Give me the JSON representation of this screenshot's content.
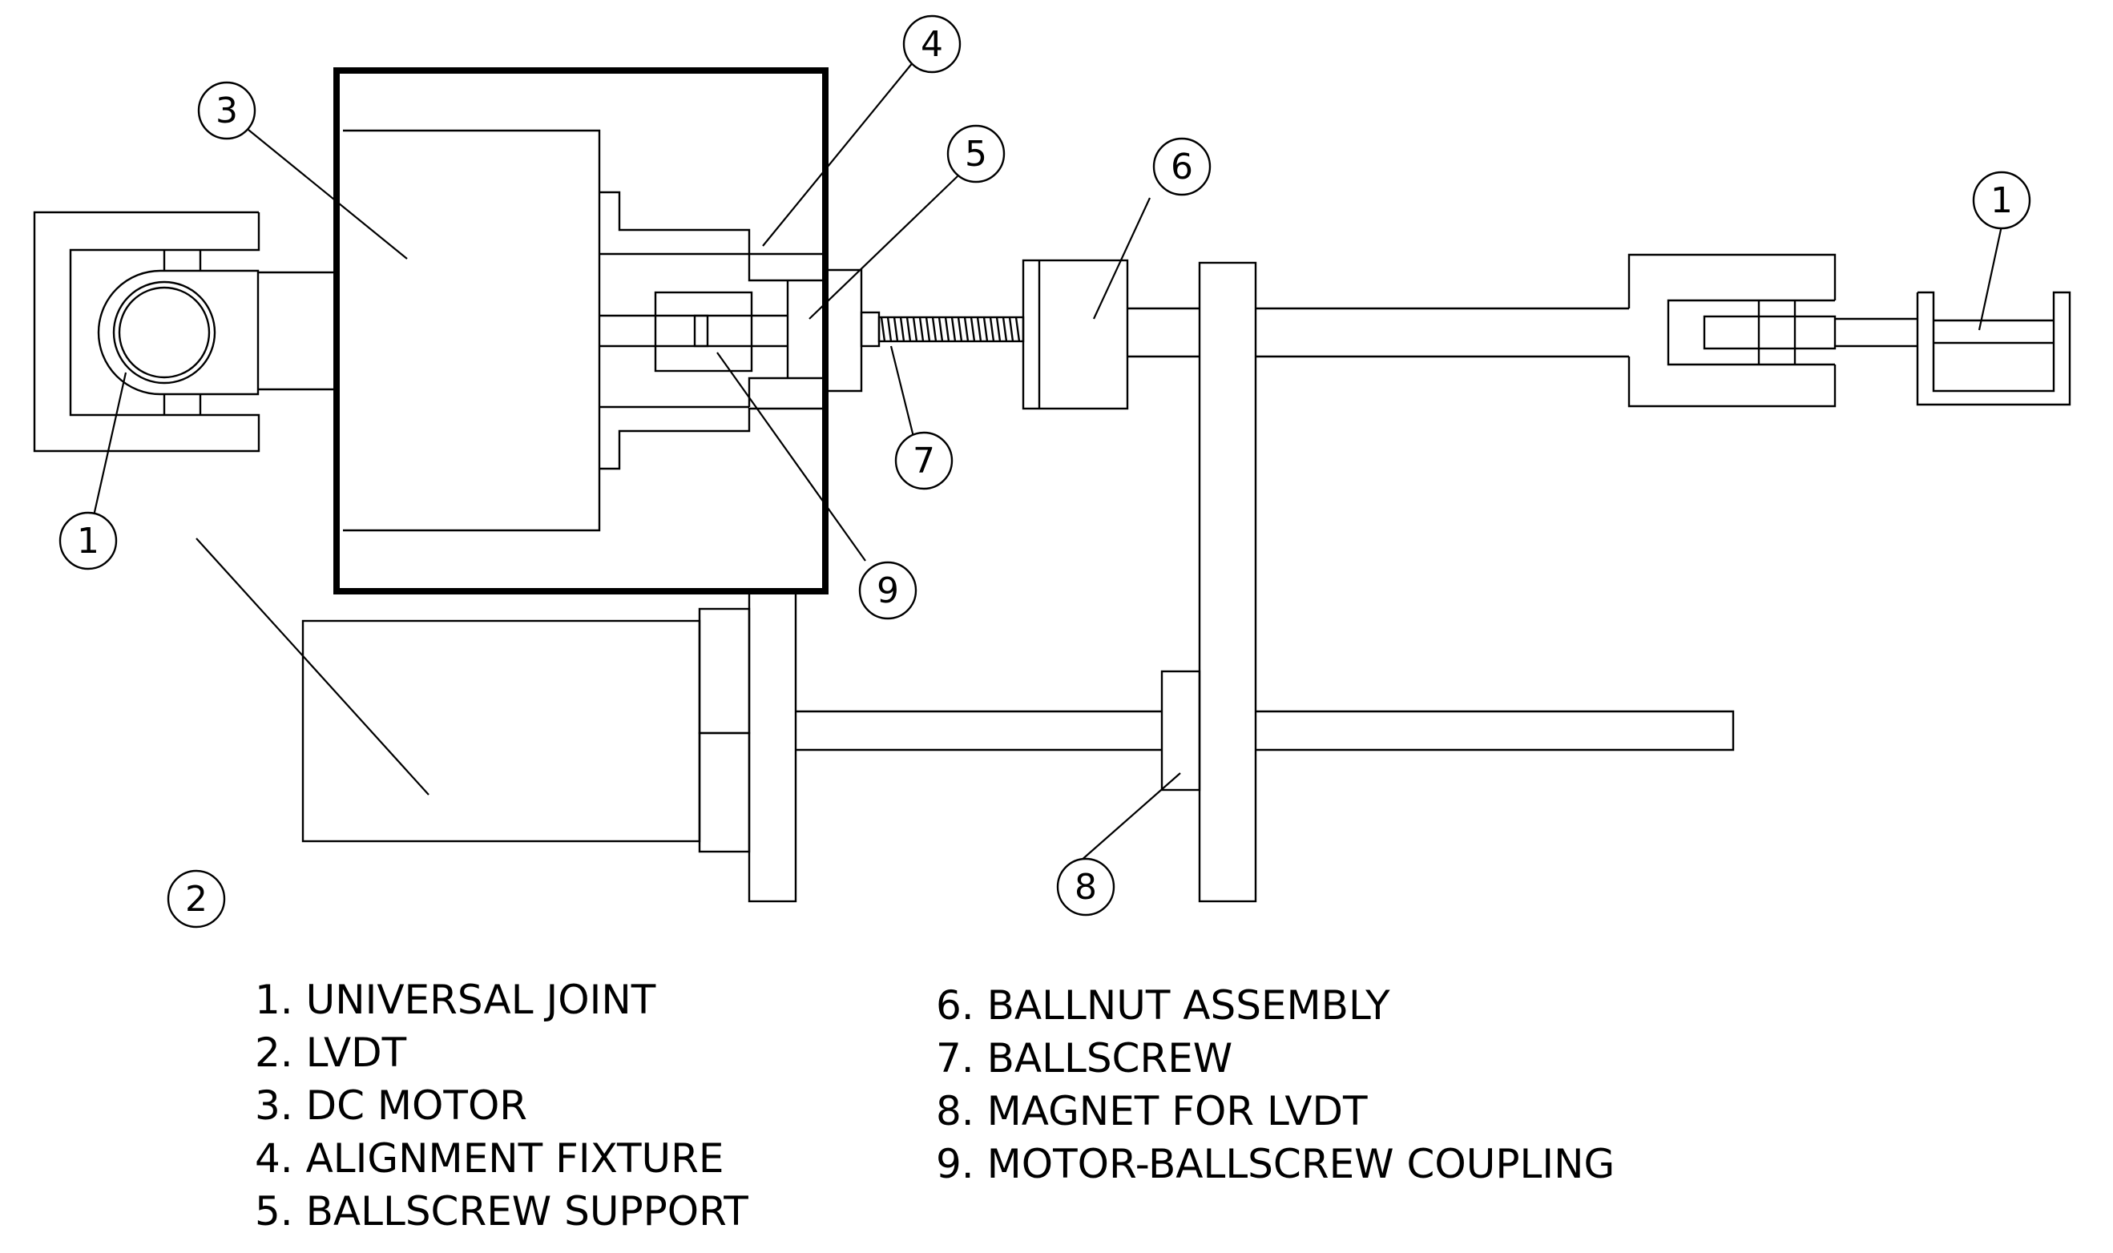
{
  "callouts": [
    {
      "id": "1a",
      "label": "1"
    },
    {
      "id": "1b",
      "label": "1"
    },
    {
      "id": "2",
      "label": "2"
    },
    {
      "id": "3",
      "label": "3"
    },
    {
      "id": "4",
      "label": "4"
    },
    {
      "id": "5",
      "label": "5"
    },
    {
      "id": "6",
      "label": "6"
    },
    {
      "id": "7",
      "label": "7"
    },
    {
      "id": "8",
      "label": "8"
    },
    {
      "id": "9",
      "label": "9"
    }
  ],
  "legend": {
    "left": [
      "1. UNIVERSAL JOINT",
      "2. LVDT",
      "3. DC MOTOR",
      "4. ALIGNMENT FIXTURE",
      "5. BALLSCREW SUPPORT"
    ],
    "right": [
      "6. BALLNUT ASSEMBLY",
      "7. BALLSCREW",
      "8. MAGNET FOR LVDT",
      "9. MOTOR-BALLSCREW COUPLING"
    ]
  }
}
